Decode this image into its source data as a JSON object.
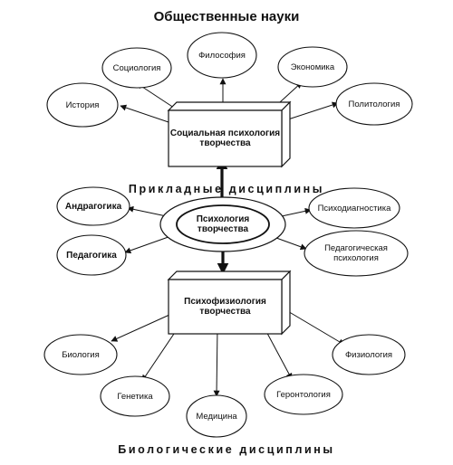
{
  "title": "Общественные науки",
  "sections": {
    "applied": "Прикладные дисциплины",
    "biological": "Биологические дисциплины"
  },
  "center": "Психология творчества",
  "boxes": {
    "social": "Социальная психология творчества",
    "psychophys": "Психофизиология творчества"
  },
  "social_nodes": {
    "history": "История",
    "sociology": "Социология",
    "philosophy": "Философия",
    "economics": "Экономика",
    "politology": "Политология"
  },
  "applied_nodes": {
    "andragogy": "Андрагогика",
    "pedagogy": "Педагогика",
    "psychodiagnostics": "Психодиагностика",
    "ped_psychology": "Педагогическая психология"
  },
  "bio_nodes": {
    "biology": "Биология",
    "genetics": "Генетика",
    "medicine": "Медицина",
    "gerontology": "Геронтология",
    "physiology": "Физиология"
  }
}
